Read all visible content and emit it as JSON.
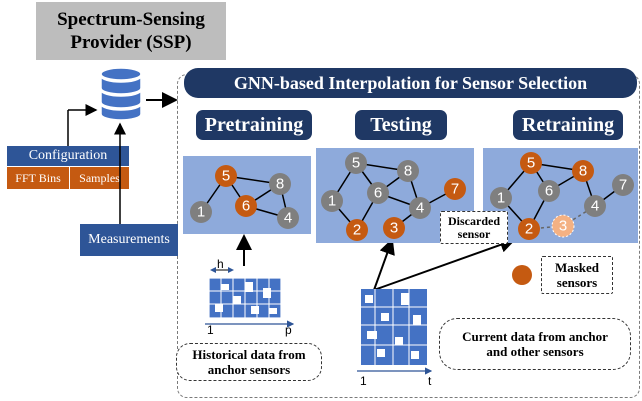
{
  "ssp": {
    "line1": "Spectrum-Sensing",
    "line2": "Provider (SSP)"
  },
  "gnn_title": "GNN-based Interpolation for Sensor Selection",
  "phases": {
    "pretraining": "Pretraining",
    "testing": "Testing",
    "retraining": "Retraining"
  },
  "configuration": {
    "label": "Configuration",
    "fft_bins": "FFT Bins",
    "samples": "Samples"
  },
  "measurements": "Measurements",
  "discarded": {
    "line1": "Discarded",
    "line2": "sensor"
  },
  "masked": {
    "line1": "Masked",
    "line2": "sensors"
  },
  "historical": {
    "line1": "Historical data from",
    "line2": "anchor sensors"
  },
  "current": {
    "line1": "Current data from anchor",
    "line2": "and other sensors"
  },
  "axis": {
    "h": "h",
    "one_left": "1",
    "p": "p",
    "one_bottom": "1",
    "t": "t"
  },
  "colors": {
    "navy": "#1f3864",
    "node_orange": "#c55a11",
    "node_gray": "#7f7f7f",
    "masked_node": "#f4b183",
    "panel": "#8eaadb",
    "grid_blue": "#4472c4"
  },
  "graphs": {
    "pretraining": [
      "1",
      "5",
      "6",
      "8",
      "4"
    ],
    "testing": [
      "5",
      "8",
      "1",
      "6",
      "4",
      "7",
      "2",
      "3"
    ],
    "retraining": [
      "5",
      "8",
      "1",
      "6",
      "4",
      "7",
      "2",
      "3"
    ]
  }
}
